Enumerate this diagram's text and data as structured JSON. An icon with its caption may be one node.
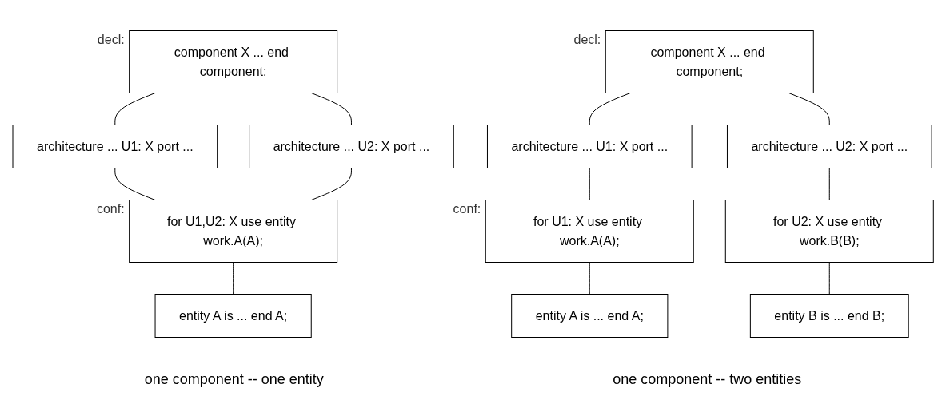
{
  "diagram": {
    "nodes": [
      {
        "text": [
          "component X ... end component;"
        ],
        "beside": [
          "decl:"
        ]
      },
      {
        "text": [
          "architecture ... U1: X port ..."
        ]
      },
      {
        "text": [
          "architecture ... U2: X port ..."
        ]
      },
      {
        "text": [
          "for U1,U2: X use entity work.A(A);"
        ],
        "beside": [
          "conf:"
        ]
      },
      {
        "text": [
          "entity A is ... end A;"
        ]
      },
      {
        "text": [
          "component X ... end component;"
        ],
        "beside": [
          "decl:"
        ]
      },
      {
        "text": [
          "architecture ... U1: X port ..."
        ]
      },
      {
        "text": [
          "architecture ... U2: X port ..."
        ]
      },
      {
        "text": [
          "for U1: X use entity work.A(A);"
        ],
        "beside": [
          "conf:"
        ]
      },
      {
        "text": [
          "for U2: X use entity work.B(B);"
        ]
      },
      {
        "text": [
          "entity A is ... end A;"
        ]
      },
      {
        "text": [
          "entity B is ... end B;"
        ]
      }
    ],
    "edges": [
      {
        "from": 0,
        "to": 1,
        "arrow": "none"
      },
      {
        "from": 0,
        "to": 2,
        "arrow": "none"
      },
      {
        "from": 1,
        "to": 3,
        "arrow": "none"
      },
      {
        "from": 2,
        "to": 3,
        "arrow": "none"
      },
      {
        "from": 3,
        "to": 4,
        "arrow": "none"
      },
      {
        "from": 5,
        "to": 6,
        "arrow": "none"
      },
      {
        "from": 5,
        "to": 7,
        "arrow": "none"
      },
      {
        "from": 6,
        "to": 8,
        "arrow": "none"
      },
      {
        "from": 7,
        "to": 9,
        "arrow": "none"
      },
      {
        "from": 8,
        "to": 10,
        "arrow": "none"
      },
      {
        "from": 9,
        "to": 11,
        "arrow": "none"
      }
    ],
    "labels": [
      "one component -- one entity",
      "one component -- two entities"
    ]
  }
}
